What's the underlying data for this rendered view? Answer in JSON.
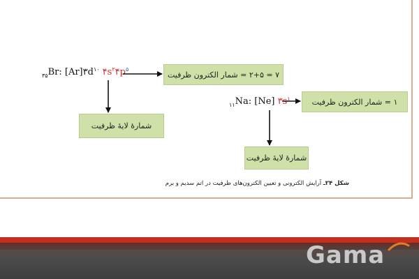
{
  "figure": {
    "br": {
      "atomic_number": "۳۵",
      "symbol": "Br",
      "config_prefix": ": [Ar]۳d",
      "d_exp": "۱۰",
      "s_part": "۴s",
      "s_exp": "۲",
      "p_part": "۴p",
      "p_exp": "۵"
    },
    "na": {
      "atomic_number": "۱۱",
      "symbol": "Na",
      "config_prefix": ": [Ne] ",
      "s_part": "۳s",
      "s_exp": "۱"
    },
    "boxes": {
      "br_valence": "۷ = ۲+۵ = شمار الکترون ظرفیت",
      "br_shell": "شمارهٔ لایهٔ ظرفیت",
      "na_valence": "۱ = شمار الکترون ظرفیت",
      "na_shell": "شمارهٔ لایهٔ ظرفیت"
    },
    "caption_label": "شکل ۲۴ـ",
    "caption_text": " آرایش الکترونی و تعیین الکترون‌های ظرفیت در اتم سدیم و برم"
  },
  "brand": {
    "logo_text": "Gama",
    "bar_color": "#c0311f",
    "bar_dark": "#444444"
  }
}
